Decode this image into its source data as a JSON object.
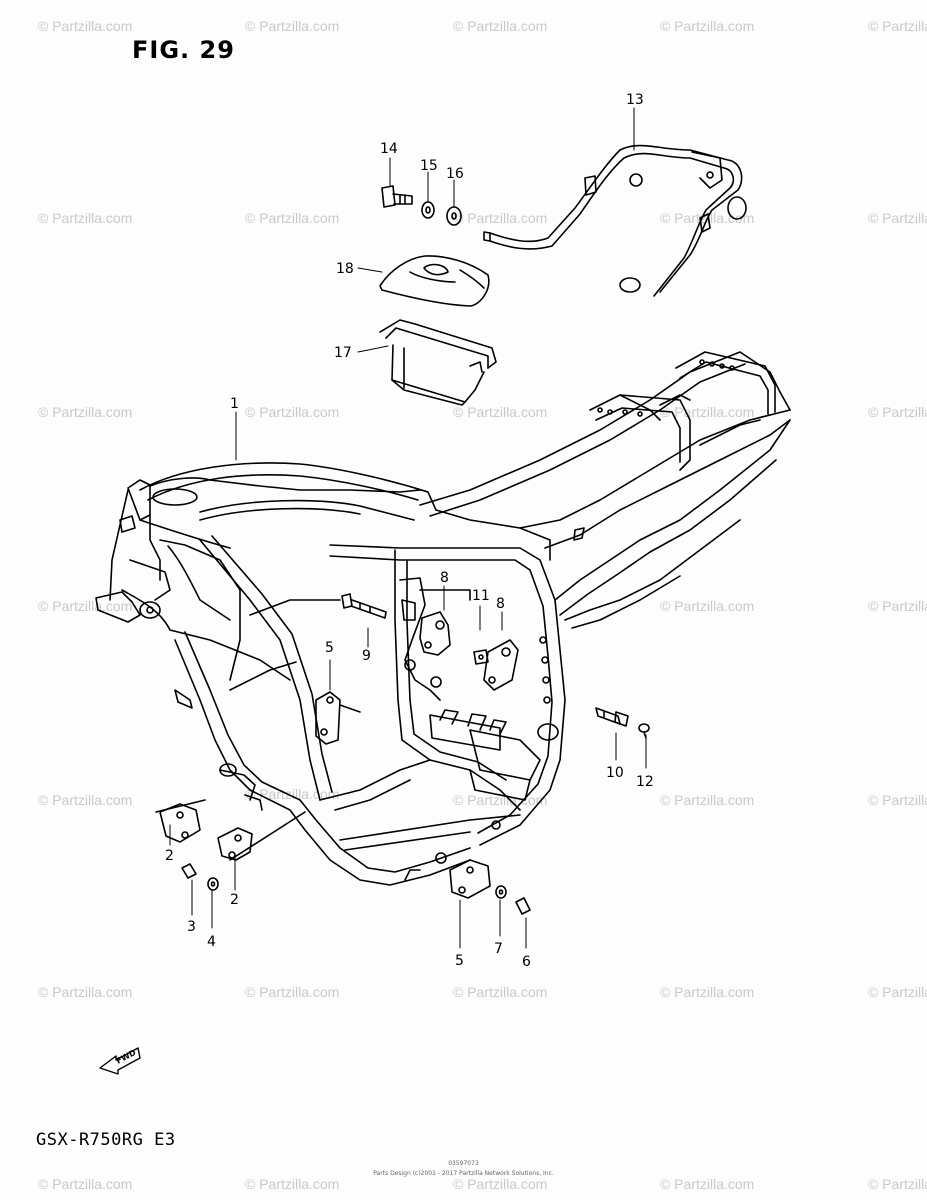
{
  "figure_label": "FIG. 29",
  "model_code": "GSX-R750RG  E3",
  "fwd_label": "FWD",
  "watermark": "© Partzilla.com",
  "reference_code": "03597073",
  "copyright_text": "Parts Design (c)2001 - 2017 Partzilla Network Solutions, Inc.",
  "callouts": {
    "c1": "1",
    "c2a": "2",
    "c2b": "2",
    "c3": "3",
    "c4": "4",
    "c5a": "5",
    "c5b": "5",
    "c6": "6",
    "c7": "7",
    "c8a": "8",
    "c8b": "8",
    "c9": "9",
    "c10": "10",
    "c11": "11",
    "c12": "12",
    "c13": "13",
    "c14": "14",
    "c15": "15",
    "c16": "16",
    "c17": "17",
    "c18": "18"
  }
}
